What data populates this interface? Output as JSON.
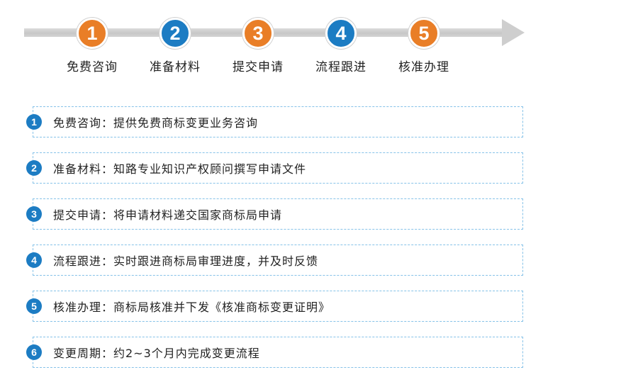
{
  "colors": {
    "orange": "#e97e27",
    "blue": "#1c7cc3",
    "badge": "#1c7cc3",
    "dash_border": "#86c2e8",
    "arrow": "#cecece"
  },
  "timeline": {
    "steps": [
      {
        "number": "1",
        "label": "免费咨询",
        "color": "orange"
      },
      {
        "number": "2",
        "label": "准备材料",
        "color": "blue"
      },
      {
        "number": "3",
        "label": "提交申请",
        "color": "orange"
      },
      {
        "number": "4",
        "label": "流程跟进",
        "color": "blue"
      },
      {
        "number": "5",
        "label": "核准办理",
        "color": "orange"
      }
    ]
  },
  "details": {
    "items": [
      {
        "number": "1",
        "text": "免费咨询：提供免费商标变更业务咨询"
      },
      {
        "number": "2",
        "text": "准备材料：知路专业知识产权顾问撰写申请文件"
      },
      {
        "number": "3",
        "text": "提交申请：将申请材料递交国家商标局申请"
      },
      {
        "number": "4",
        "text": "流程跟进：实时跟进商标局审理进度，并及时反馈"
      },
      {
        "number": "5",
        "text": "核准办理：商标局核准并下发《核准商标变更证明》"
      },
      {
        "number": "6",
        "text": "变更周期：约2~3个月内完成变更流程"
      }
    ]
  }
}
